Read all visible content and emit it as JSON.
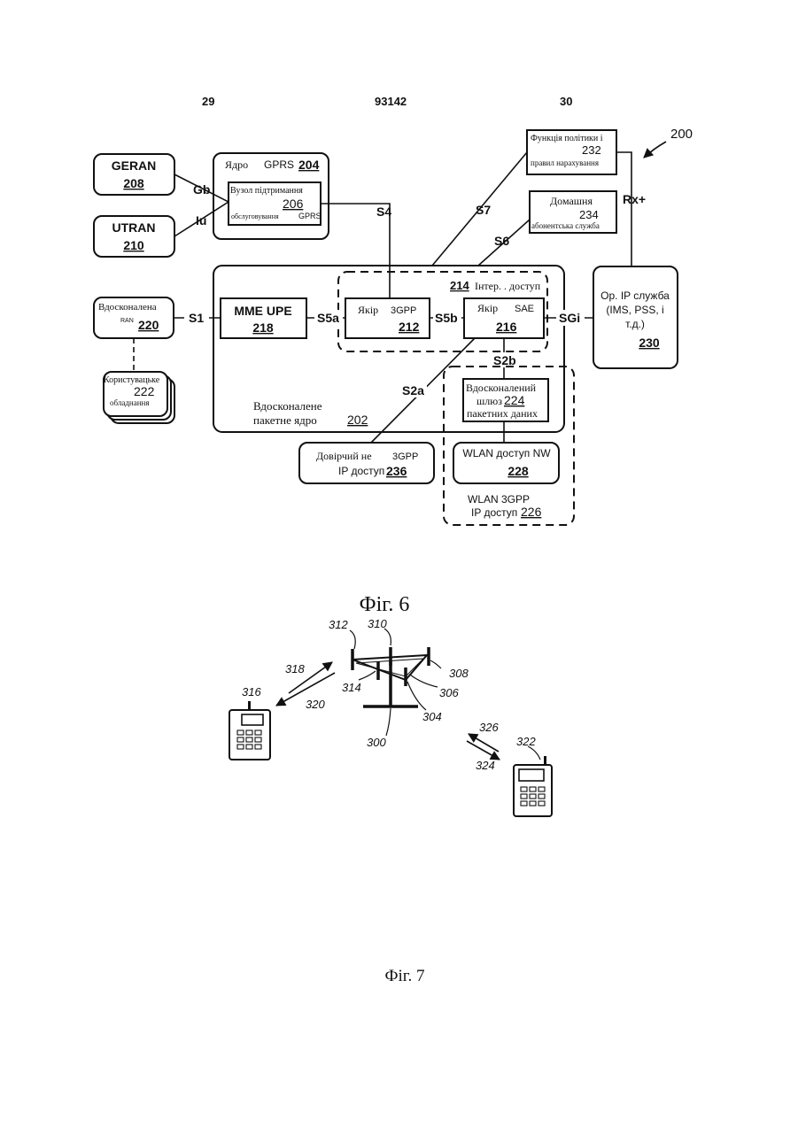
{
  "header": {
    "page_left": "29",
    "doc_number": "93142",
    "page_right": "30"
  },
  "fig6": {
    "ref_main": "200",
    "geran": {
      "name": "GERAN",
      "ref": "208"
    },
    "utran": {
      "name": "UTRAN",
      "ref": "210"
    },
    "iface_gb": "Gb",
    "iface_iu": "Iu",
    "gprs_core": {
      "label1": "Ядро",
      "label2": "GPRS",
      "ref": "204"
    },
    "sgsn": {
      "line1": "Вузол підтримання",
      "ref": "206",
      "line2": "обслуговування",
      "line3": "GPRS"
    },
    "iface_s4": "S4",
    "iface_s7": "S7",
    "iface_s6": "S6",
    "iface_rx": "Rx+",
    "pcrf": {
      "line1": "Функція політики і",
      "ref": "232",
      "line2": "правил нарахування"
    },
    "hss": {
      "line1": "Домашня",
      "ref": "234",
      "line2": "абонентська служба"
    },
    "ipservice": {
      "line1": "Ор. IP служба",
      "line2": "(IMS, PSS, і",
      "line3": "т.д.)",
      "ref": "230"
    },
    "eran": {
      "line1": "Вдосконалена",
      "line2": "RAN",
      "ref": "220"
    },
    "iface_s1": "S1",
    "mme": {
      "name": "MME UPE",
      "ref": "218"
    },
    "iface_s5a": "S5a",
    "iface_s5b": "S5b",
    "iface_sgi": "SGi",
    "iface_s2b": "S2b",
    "iface_s2a": "S2a",
    "anchor_area": {
      "ref": "214",
      "label": "Інтер. . доступ"
    },
    "anchor3gpp": {
      "label1": "Якір",
      "label2": "3GPP",
      "ref": "212"
    },
    "anchorsae": {
      "label1": "Якір",
      "label2": "SAE",
      "ref": "216"
    },
    "ue": {
      "line1": "Користувацьке",
      "ref": "222",
      "line2": "обладнання"
    },
    "epc": {
      "line1": "Вдосконалене",
      "line2": "пакетне ядро",
      "ref": "202"
    },
    "epdg": {
      "line1": "Вдосконалений",
      "line2": "шлюз",
      "ref": "224",
      "line3": "пакетних даних"
    },
    "trusted": {
      "line1": "Довірчий не",
      "line1b": "3GPP",
      "line2": "IP доступ",
      "ref": "236"
    },
    "wlan_nw": {
      "line1": "WLAN доступ NW",
      "ref": "228"
    },
    "wlan_area": {
      "line1": "WLAN 3GPP",
      "line2": "IP доступ",
      "ref": "226"
    },
    "caption": "Фіг. 6"
  },
  "fig7": {
    "ref_antenna_top": "310",
    "ref_antenna_left": "312",
    "ref_308": "308",
    "ref_306": "306",
    "ref_304": "304",
    "ref_314": "314",
    "ref_300": "300",
    "ref_318": "318",
    "ref_320": "320",
    "ref_316": "316",
    "ref_326": "326",
    "ref_324": "324",
    "ref_322": "322",
    "caption": "Фіг. 7"
  }
}
